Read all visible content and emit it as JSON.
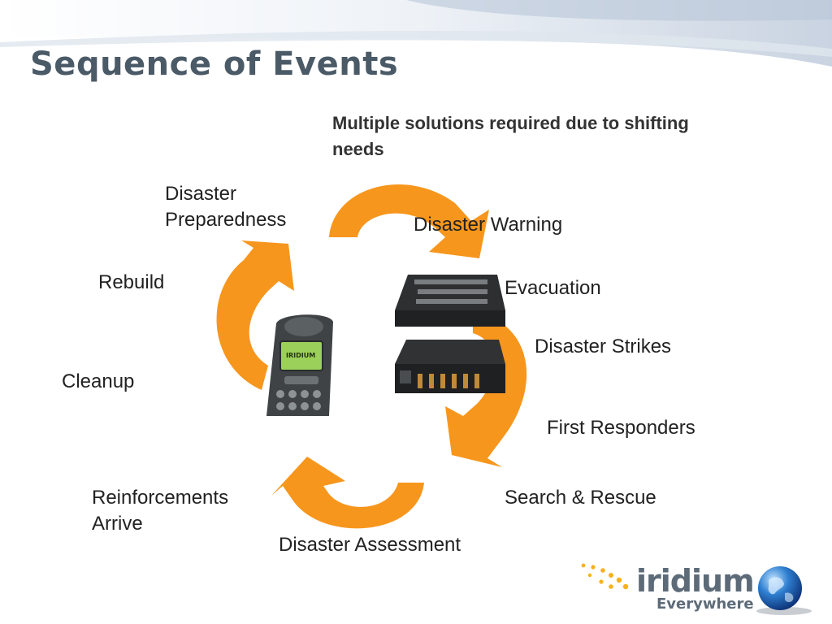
{
  "slide": {
    "title": "Sequence of Events",
    "subtitle": "Multiple solutions required due to shifting needs"
  },
  "cycle": {
    "labels": [
      {
        "key": "disaster-preparedness",
        "lines": [
          "Disaster",
          "Preparedness"
        ]
      },
      {
        "key": "disaster-warning",
        "lines": [
          "Disaster Warning"
        ]
      },
      {
        "key": "evacuation",
        "lines": [
          "Evacuation"
        ]
      },
      {
        "key": "disaster-strikes",
        "lines": [
          "Disaster Strikes"
        ]
      },
      {
        "key": "first-responders",
        "lines": [
          "First Responders"
        ]
      },
      {
        "key": "search-rescue",
        "lines": [
          "Search & Rescue"
        ]
      },
      {
        "key": "disaster-assessment",
        "lines": [
          "Disaster Assessment"
        ]
      },
      {
        "key": "reinforcements-arrive",
        "lines": [
          "Reinforcements",
          "Arrive"
        ]
      },
      {
        "key": "cleanup",
        "lines": [
          "Cleanup"
        ]
      },
      {
        "key": "rebuild",
        "lines": [
          "Rebuild"
        ]
      }
    ],
    "arrow_color": "#f7961d"
  },
  "devices": {
    "phone_brand": "IRIDIUM"
  },
  "logo": {
    "word": "iridium",
    "tagline": "Everywhere",
    "trademark": "®"
  }
}
